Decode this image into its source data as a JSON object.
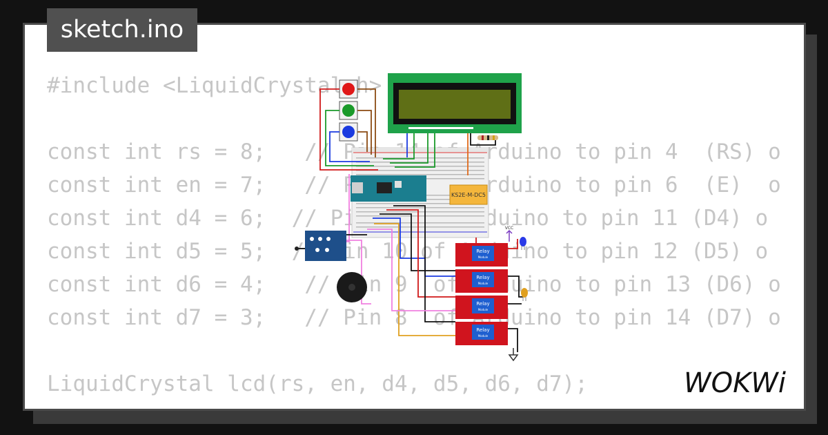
{
  "tab": {
    "filename": "sketch.ino"
  },
  "code": {
    "lines": [
      "#include <LiquidCrystal.h>",
      "",
      "const int rs = 8;   // Pin 14 of Arduino to pin 4  (RS) o",
      "const int en = 7;   // Pin 13 of Arduino to pin 6  (E)  o",
      "const int d4 = 6;  // Pin 12 of Arduino to pin 11 (D4) o",
      "const int d5 = 5;  // Pin 10 of Arduino to pin 12 (D5) o",
      "const int d6 = 4;   // Pin 9  of Arduino to pin 13 (D6) o",
      "const int d7 = 3;   // Pin 8  of Arduino to pin 14 (D7) o",
      "",
      "LiquidCrystal lcd(rs, en, d4, d5, d6, d7);"
    ]
  },
  "circuit": {
    "relay_label": "Relay",
    "relay_sub": "Module",
    "ic_label": "KS2E-M-DC5",
    "vcc_label": "VCC"
  },
  "logo": {
    "text": "WOKWi"
  },
  "colors": {
    "background": "#121212",
    "card": "#ffffff",
    "tab": "#505050",
    "code_text": "#c6c6c6",
    "lcd_green": "#1fa24a",
    "relay_red": "#d0141e",
    "arduino_teal": "#1b7e8f"
  }
}
